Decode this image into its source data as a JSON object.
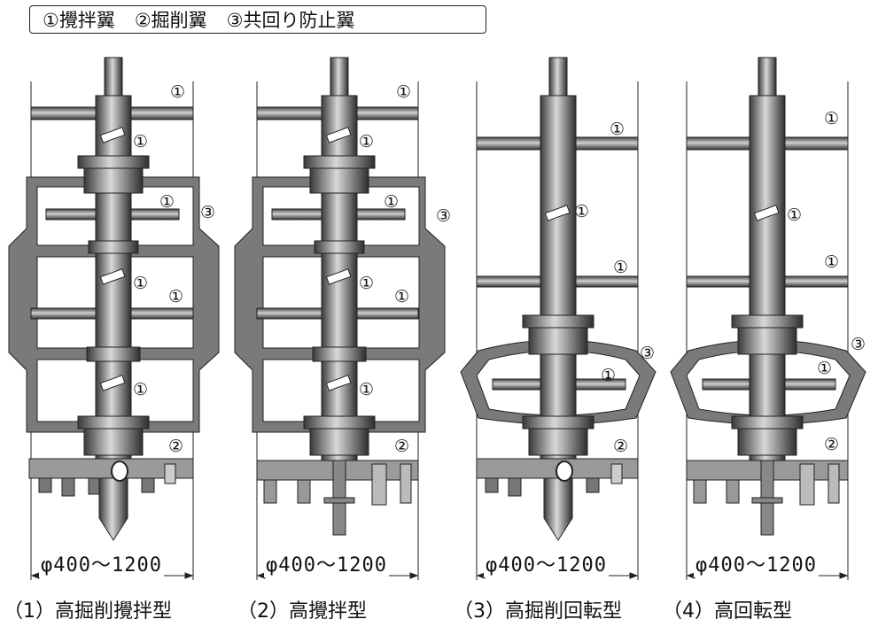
{
  "legend": {
    "item1": "①攪拌翼",
    "item2": "②掘削翼",
    "item3": "③共回り防止翼"
  },
  "markers": {
    "m1": "①",
    "m2": "②",
    "m3": "③"
  },
  "diameter": "φ400～1200",
  "captions": [
    "（1）高掘削攪拌型",
    "（2）高攪拌型",
    "（3）高掘削回転型",
    "（4）高回転型"
  ]
}
